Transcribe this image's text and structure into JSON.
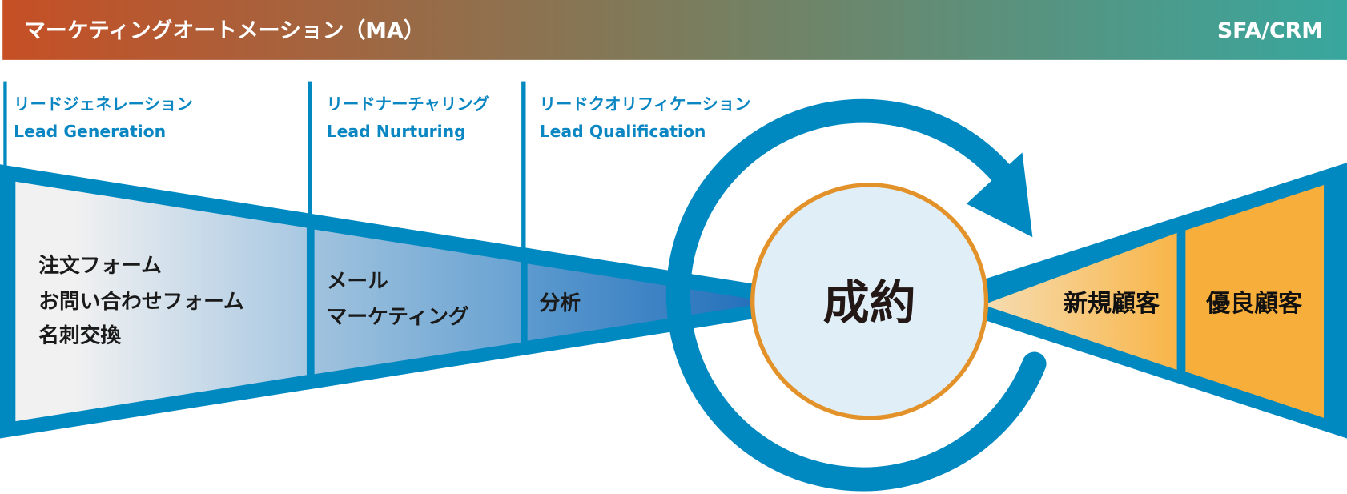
{
  "header": {
    "ma_title": "マーケティングオートメーション（MA）",
    "sfa_title": "SFA/CRM",
    "gradient_start": "#c64f25",
    "gradient_end": "#38a79e"
  },
  "stages": [
    {
      "ja": "リードジェネレーション",
      "en": "Lead Generation",
      "items": [
        "注文フォーム",
        "お問い合わせフォーム",
        "名刺交換"
      ]
    },
    {
      "ja": "リードナーチャリング",
      "en": "Lead Nurturing",
      "items": [
        "メール",
        "マーケティング"
      ]
    },
    {
      "ja": "リードクオリフィケーション",
      "en": "Lead Qualification",
      "items": [
        "分析"
      ]
    }
  ],
  "center": {
    "label": "成約"
  },
  "customers": [
    {
      "label": "新規顧客"
    },
    {
      "label": "優良顧客"
    }
  ],
  "colors": {
    "blue": "#0089c0",
    "orange_ring": "#e3922a",
    "orange_fill": "#f8ae3b",
    "circle_fill": "#e0eef8"
  }
}
